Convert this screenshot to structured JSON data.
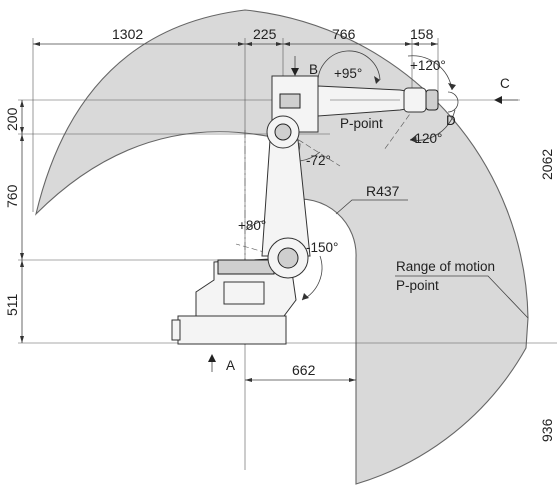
{
  "colors": {
    "envelope_fill": "#d9d9d9",
    "envelope_stroke": "#666666",
    "line": "#333333",
    "text": "#222222"
  },
  "dimensions": {
    "d1302": "1302",
    "d225": "225",
    "d766": "766",
    "d158": "158",
    "d200": "200",
    "d760": "760",
    "d511": "511",
    "d2062": "2062",
    "d662": "662",
    "d936": "936",
    "r437": "R437"
  },
  "angles": {
    "a_p95": "+95°",
    "a_p120": "+120°",
    "a_m120": "-120°",
    "a_m72": "-72°",
    "a_p80": "+80°",
    "a_m150": "-150°"
  },
  "labels": {
    "view_a": "A",
    "view_b": "B",
    "view_c": "C",
    "view_d": "D",
    "p_point": "P-point",
    "range_line1": "Range of motion",
    "range_line2": "P-point"
  }
}
